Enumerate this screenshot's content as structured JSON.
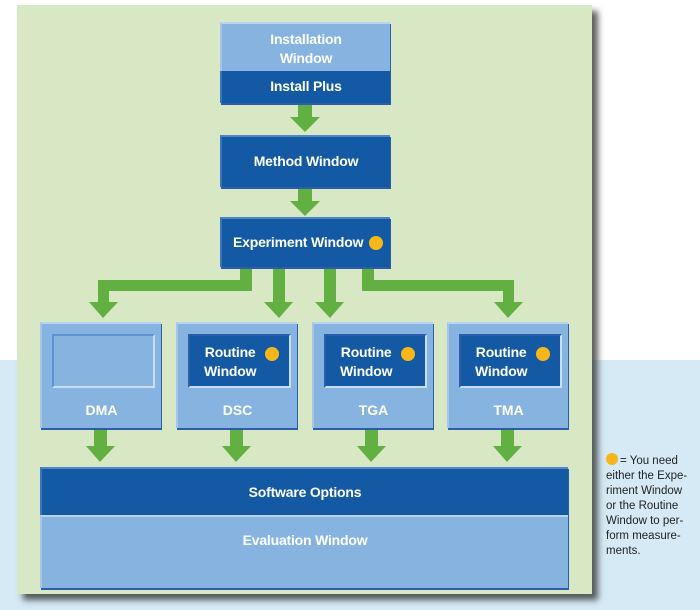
{
  "diagram": {
    "installation": {
      "title": "Installation Window",
      "title_line1": "Installation",
      "title_line2": "Window",
      "sub": "Install Plus"
    },
    "method": {
      "label": "Method Window"
    },
    "experiment": {
      "label": "Experiment Window",
      "marker": "yellow-dot"
    },
    "instruments": [
      {
        "name": "DMA",
        "has_routine": false,
        "routine_line1": "",
        "routine_line2": ""
      },
      {
        "name": "DSC",
        "has_routine": true,
        "routine_line1": "Routine",
        "routine_line2": "Window"
      },
      {
        "name": "TGA",
        "has_routine": true,
        "routine_line1": "Routine",
        "routine_line2": "Window"
      },
      {
        "name": "TMA",
        "has_routine": true,
        "routine_line1": "Routine",
        "routine_line2": "Window"
      }
    ],
    "software_options": {
      "label": "Software Options"
    },
    "evaluation": {
      "label": "Evaluation Window"
    },
    "edges": [
      [
        "Installation Window",
        "Method Window"
      ],
      [
        "Method Window",
        "Experiment Window"
      ],
      [
        "Experiment Window",
        "DMA"
      ],
      [
        "Experiment Window",
        "DSC"
      ],
      [
        "Experiment Window",
        "TGA"
      ],
      [
        "Experiment Window",
        "TMA"
      ],
      [
        "DMA",
        "Software Options"
      ],
      [
        "DSC",
        "Software Options"
      ],
      [
        "TGA",
        "Software Options"
      ],
      [
        "TMA",
        "Software Options"
      ]
    ]
  },
  "legend": {
    "symbol": "yellow-dot",
    "text_lines": [
      "= You need",
      "either the Expe-",
      "riment Window",
      "or the Routine",
      "Window to per-",
      "form measure-",
      "ments."
    ]
  },
  "colors": {
    "panel_bg": "#d8e8c4",
    "band_bg": "#d6eaf6",
    "dark_blue": "#1459a4",
    "light_blue": "#86b3e0",
    "arrow_green": "#62b042",
    "marker_yellow": "#f7b718"
  }
}
